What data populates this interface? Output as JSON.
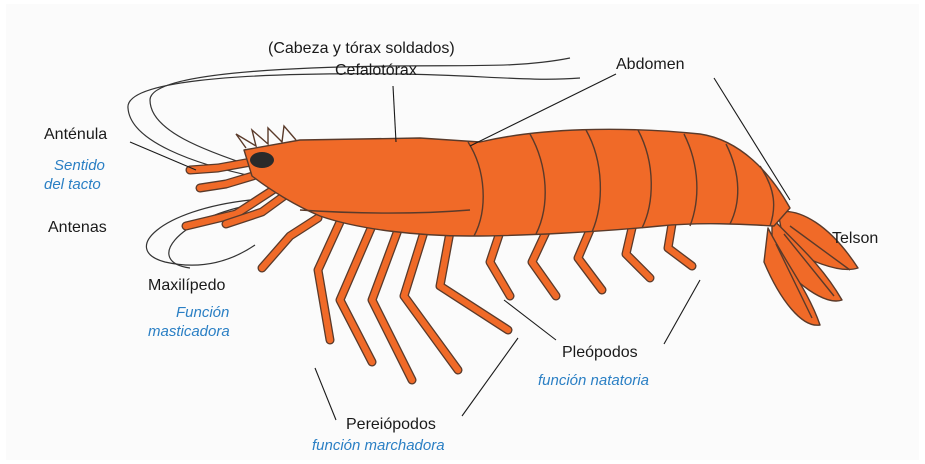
{
  "colors": {
    "body": "#f06a28",
    "outline": "#5a3a2a",
    "label": "#1a1a1a",
    "function_label": "#2a7fc4",
    "background": "#fbfbfb"
  },
  "labels": {
    "head_note": "(Cabeza y tórax soldados)",
    "cephalothorax": "Cefalotórax",
    "abdomen": "Abdomen",
    "antennule": "Anténula",
    "touch_1": "Sentido",
    "touch_2": "del tacto",
    "antennae": "Antenas",
    "telson": "Telson",
    "maxilliped": "Maxilípedo",
    "chew_1": "Función",
    "chew_2": "masticadora",
    "pleopods": "Pleópodos",
    "swim": "función natatoria",
    "pereiopods": "Pereiópodos",
    "walk": "función marchadora"
  }
}
